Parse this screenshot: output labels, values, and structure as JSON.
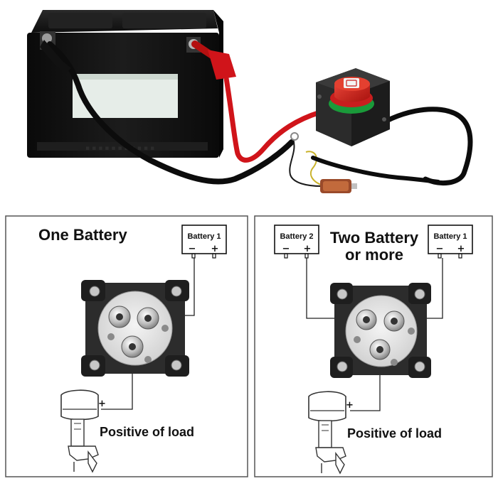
{
  "colors": {
    "battery_body": "#141414",
    "battery_window": "#e6ede8",
    "cable_red": "#d0141a",
    "cable_black": "#0c0c0c",
    "switch_red": "#c81e1e",
    "switch_green": "#1a9a3a",
    "panel_border": "#555555",
    "wire": "#222222"
  },
  "photo": {
    "icons": [
      "battery-icon",
      "battery-switch-icon",
      "red-cable-icon",
      "black-cable-icon",
      "ring-terminal-icon"
    ]
  },
  "panels": {
    "one_battery": {
      "title": "One Battery",
      "battery_label": "Battery 1",
      "neg_sign": "−",
      "pos_sign": "+",
      "load_sign": "+",
      "load_label": "Positive of load"
    },
    "two_battery": {
      "title_line1": "Two Battery",
      "title_line2": "or more",
      "battery2_label": "Battery 2",
      "battery1_label": "Battery 1",
      "neg_sign": "−",
      "pos_sign": "+",
      "load_sign": "+",
      "load_label": "Positive of load"
    }
  }
}
